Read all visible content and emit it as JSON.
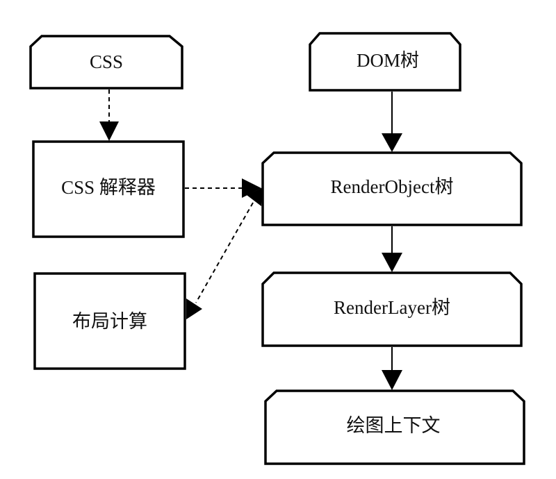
{
  "nodes": {
    "css": "CSS",
    "css_parser": "CSS 解释器",
    "layout_calc": "布局计算",
    "dom_tree": "DOM树",
    "render_object_tree": "RenderObject树",
    "render_layer_tree": "RenderLayer树",
    "graphics_context": "绘图上下文"
  },
  "colors": {
    "stroke": "#000000",
    "text": "#111111",
    "background": "#ffffff"
  }
}
